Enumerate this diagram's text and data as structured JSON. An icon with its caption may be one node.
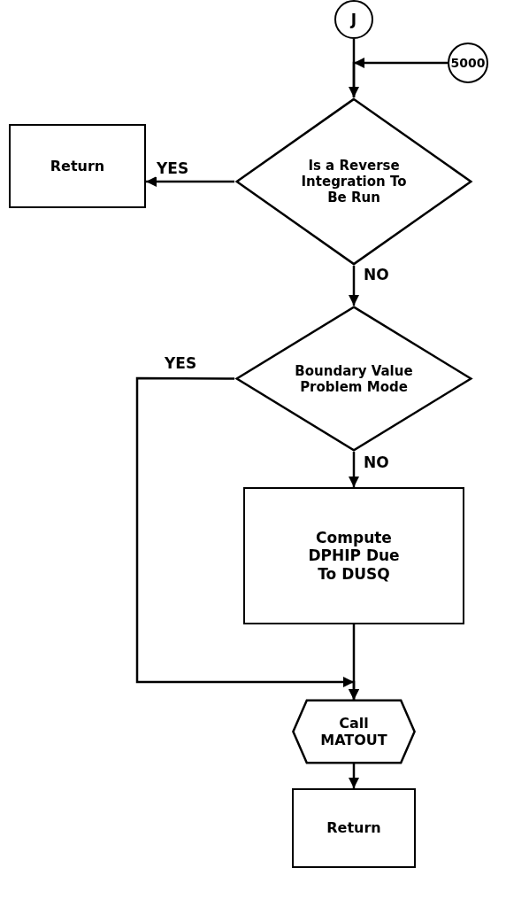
{
  "diagram": {
    "nodes": [
      {
        "text": [
          "J"
        ]
      },
      {
        "text": [
          "5000"
        ]
      },
      {
        "text": [
          "Is a Reverse Integration To Be Run"
        ]
      },
      {
        "text": [
          "Return"
        ]
      },
      {
        "text": [
          "Boundary Value Problem Mode"
        ]
      },
      {
        "text": [
          "Compute DPHIP Due To DUSQ"
        ]
      },
      {
        "text": [
          "Call MATOUT"
        ]
      },
      {
        "text": [
          "Return"
        ]
      }
    ],
    "edges": [
      {
        "from": 0,
        "to": 2,
        "arrow": "none"
      },
      {
        "from": 1,
        "to": 2,
        "arrow": "to"
      },
      {
        "from": 2,
        "to": 3,
        "arrow": "to",
        "label": "YES"
      },
      {
        "from": 2,
        "to": 4,
        "arrow": "to",
        "label": "NO"
      },
      {
        "from": 4,
        "to": 5,
        "arrow": "to",
        "label": "NO"
      },
      {
        "from": 4,
        "to": 6,
        "arrow": "to",
        "label": "YES"
      },
      {
        "from": 5,
        "to": 6,
        "arrow": "to"
      },
      {
        "from": 6,
        "to": 7,
        "arrow": "to"
      }
    ]
  }
}
